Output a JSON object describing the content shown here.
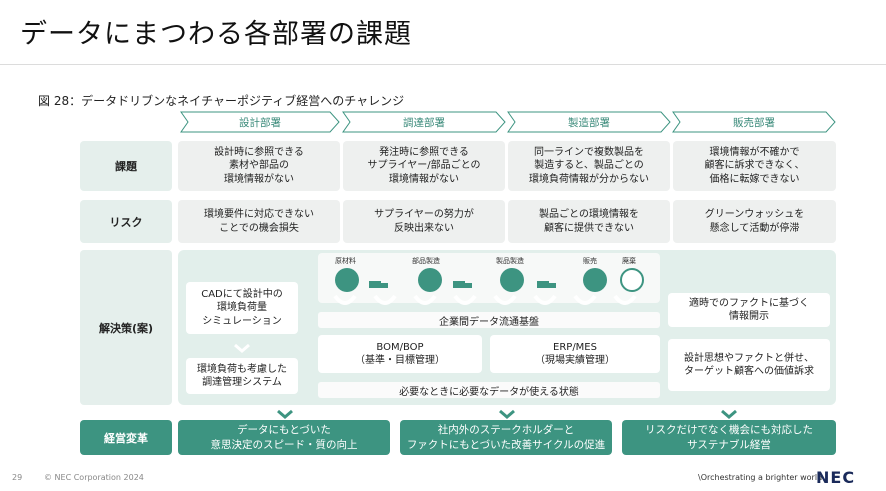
{
  "title": "データにまつわる各部署の課題",
  "figure_caption": "図 28：データドリブンなネイチャーポジティブ経営へのチャレンジ",
  "departments": [
    "設計部署",
    "調達部署",
    "製造部署",
    "販売部署"
  ],
  "rows": {
    "issues_label": "課題",
    "risks_label": "リスク",
    "solution_label": "解決策(案)",
    "transform_label": "経営変革"
  },
  "issues": [
    "設計時に参照できる\n素材や部品の\n環境情報がない",
    "発注時に参照できる\nサプライヤー/部品ごとの\n環境情報がない",
    "同一ラインで複数製品を\n製造すると、製品ごとの\n環境負荷情報が分からない",
    "環境情報が不確かで\n顧客に訴求できなく、\n価格に転嫁できない"
  ],
  "risks": [
    "環境要件に対応できない\nことでの機会損失",
    "サプライヤーの努力が\n反映出来ない",
    "製品ごとの環境情報を\n顧客に提供できない",
    "グリーンウォッシュを\n懸念して活動が停滞"
  ],
  "supply_chain": [
    "原材料",
    "部品製造",
    "製品製造",
    "販売",
    "廃棄"
  ],
  "solutions": {
    "cad": "CADにて設計中の\n環境負荷量\nシミュレーション",
    "procure": "環境負荷も考慮した\n調達管理システム",
    "platform": "企業間データ流通基盤",
    "bom": "BOM/BOP\n（基準・目標管理）",
    "erp": "ERP/MES\n（現場実績管理）",
    "available": "必要なときに必要なデータが使える状態",
    "timely": "適時でのファクトに基づく\n情報開示",
    "design_value": "設計思想やファクトと併せ、\nターゲット顧客への価値訴求"
  },
  "transforms": [
    "データにもとづいた\n意思決定のスピード・質の向上",
    "社内外のステークホルダーと\nファクトにもとづいた改善サイクルの促進",
    "リスクだけでなく機会にも対応した\nサステナブル経営"
  ],
  "footer": {
    "page": "29",
    "copyright": "© NEC Corporation 2024",
    "tagline": "\\Orchestrating a brighter world",
    "logo": "NEC"
  },
  "colors": {
    "accent": "#3d9481",
    "light": "#e2efeb",
    "cell": "#eef0ef"
  }
}
